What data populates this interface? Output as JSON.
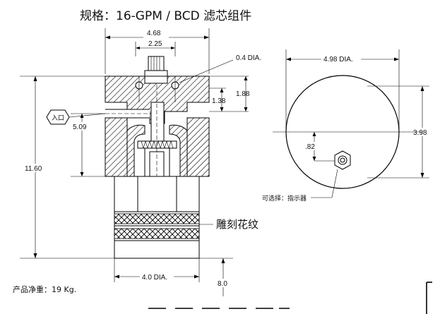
{
  "title": "规格：16-GPM / BCD 滤芯组件",
  "dimensions": {
    "overall_width": "4.68",
    "top_width": "2.25",
    "hole_dia": "0.4 DIA.",
    "dim_188": "1.88",
    "dim_138": "1.38",
    "inlet_height": "5.09",
    "overall_height": "11.60",
    "bottom_dia": "4.0 DIA.",
    "clearance": "8.0",
    "circle_dia": "4.98 DIA.",
    "circle_offset": "3.98",
    "indicator_offset": ".82"
  },
  "labels": {
    "inlet": "入口",
    "knurl": "雕刻花纹",
    "indicator": "可选择：指示器",
    "weight": "产品净重：19 Kg."
  }
}
